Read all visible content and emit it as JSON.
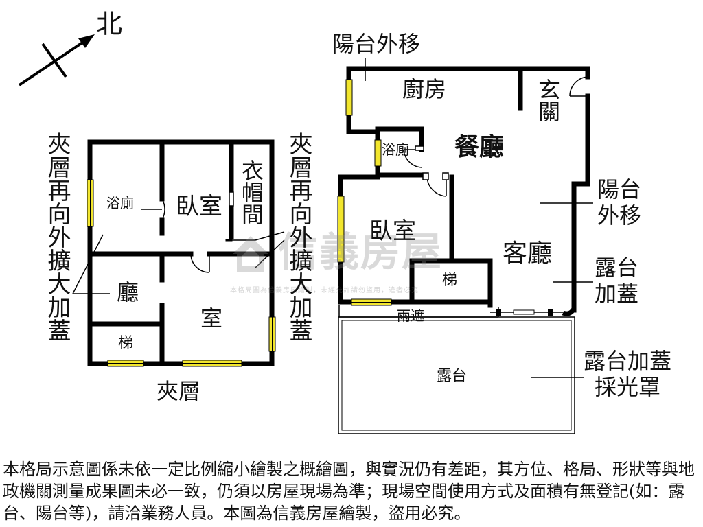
{
  "compass": {
    "label": "北"
  },
  "mezzanine_plan": {
    "title": "夾層",
    "rooms": {
      "bath": "浴廁",
      "bedroom": "臥室",
      "closet": "衣帽間",
      "living": "廳",
      "room": "室",
      "stairs": "梯"
    },
    "notes": {
      "left": "夾層再向外擴大加蓋",
      "right": "夾層再向外擴大加蓋"
    }
  },
  "main_plan": {
    "rooms": {
      "kitchen": "廚房",
      "entrance": "玄關",
      "bath": "浴廁",
      "dining": "餐廳",
      "bedroom": "臥室",
      "living": "客廳",
      "stairs": "梯",
      "awning": "雨遮",
      "terrace": "露台"
    },
    "notes": {
      "balcony_top": "陽台外移",
      "balcony_right_line1": "陽台",
      "balcony_right_line2": "外移",
      "terrace_cover_line1": "露台",
      "terrace_cover_line2": "加蓋",
      "skylight_line1": "露台加蓋",
      "skylight_line2": "採光罩"
    }
  },
  "watermark": {
    "brand": "信義房屋",
    "note": "本格局圖為信義房屋繪製，未經允許請勿盜用，違者必究"
  },
  "disclaimer": "本格局示意圖係未依一定比例縮小繪製之概繪圖，與實況仍有差距，其方位、格局、形狀等與地政機關測量成果圖未必一致，仍須以房屋現場為準；現場空間使用方式及面積有無登記(如：露台、陽台等)，請洽業務人員。本圖為信義房屋繪製，盜用必究。",
  "colors": {
    "wall": "#000000",
    "window": "#f2e62e",
    "watermark": "#8a8a8a"
  }
}
